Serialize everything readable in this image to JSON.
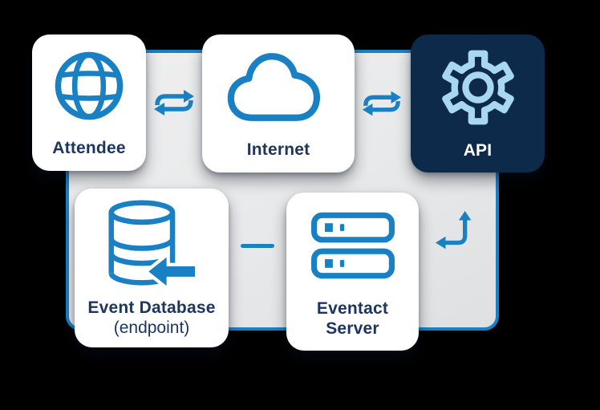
{
  "colors": {
    "background": "#000000",
    "accent_blue": "#1a80c4",
    "navy_text": "#1d3660",
    "api_card_bg": "#0d2a4b",
    "gear_light_blue": "#a8d7f2",
    "panel_fill": "#e8e9ea",
    "panel_border": "#1a80c4",
    "card_bg": "#ffffff",
    "api_label_color": "#ffffff"
  },
  "nodes": {
    "attendee": {
      "label": "Attendee",
      "icon": "globe-icon"
    },
    "internet": {
      "label": "Internet",
      "icon": "cloud-icon"
    },
    "api": {
      "label": "API",
      "icon": "gear-icon"
    },
    "event_database": {
      "label": "Event Database",
      "sublabel": "(endpoint)",
      "icon": "database-icon"
    },
    "eventact_server": {
      "label": "Eventact Server",
      "icon": "server-icon"
    }
  },
  "connectors": {
    "attendee_internet": "two-way swap arrows",
    "internet_api": "two-way swap arrows",
    "database_server": "dash link",
    "server_api": "bent two-way arrow"
  }
}
